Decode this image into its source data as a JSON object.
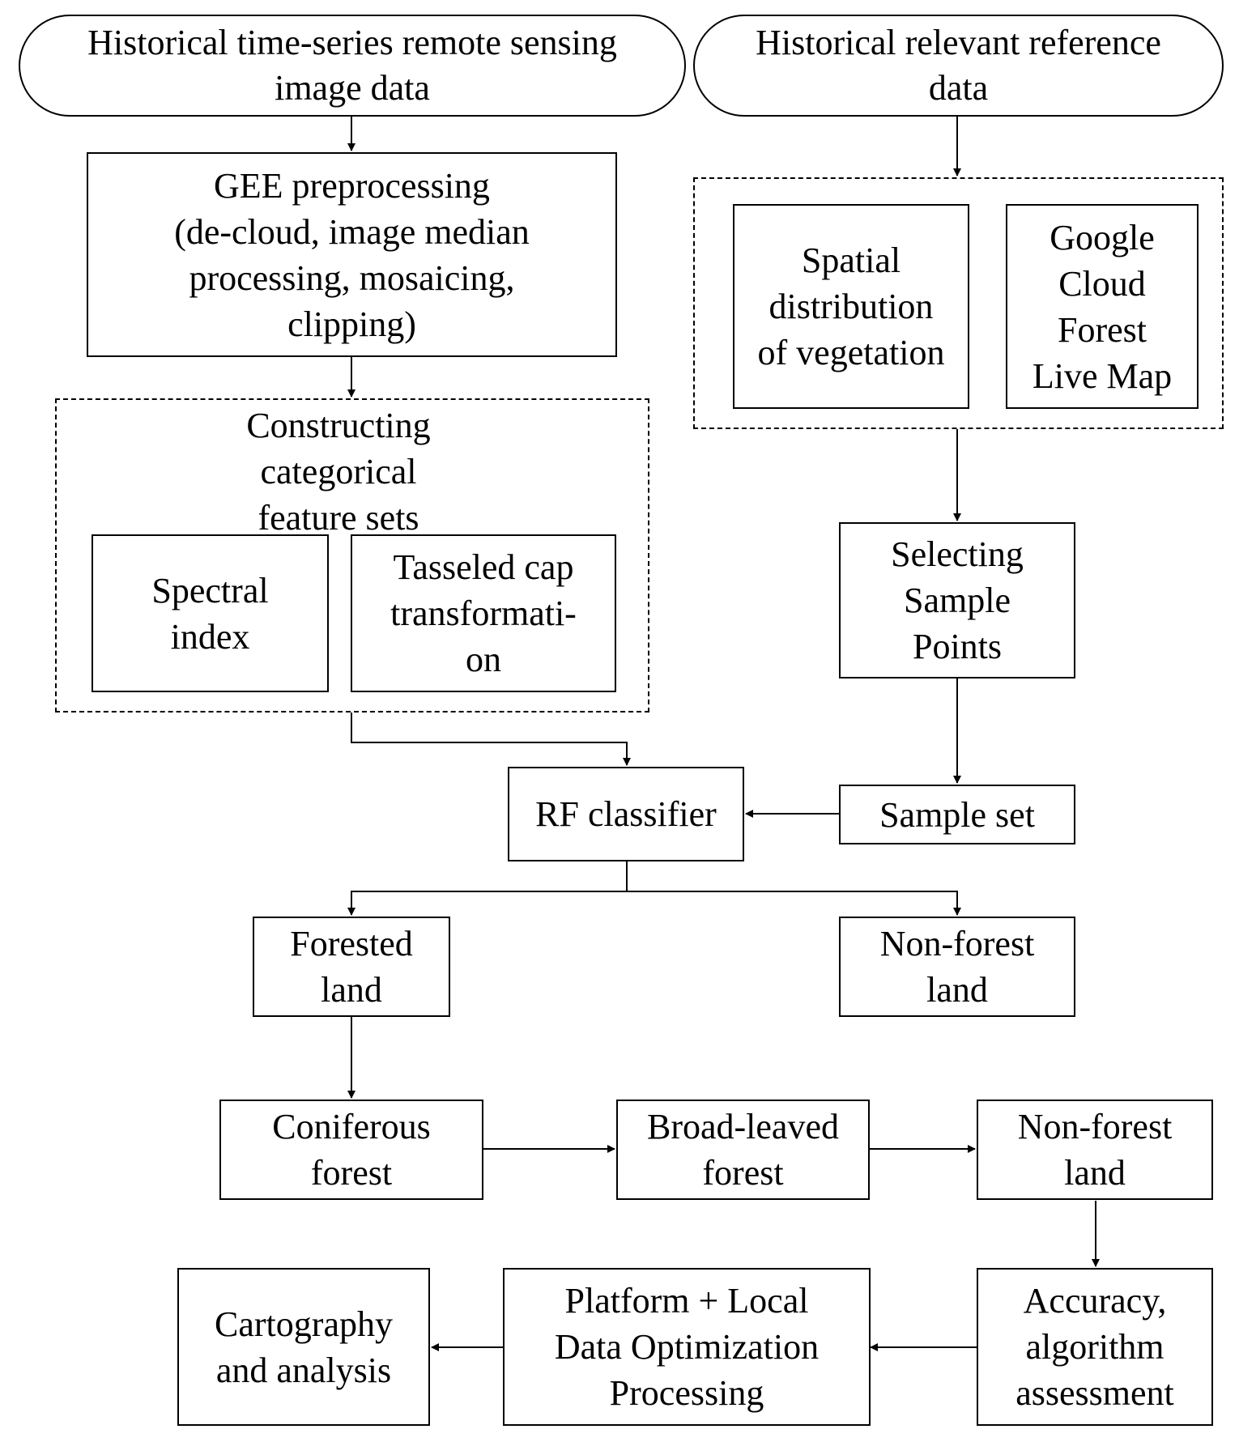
{
  "nodes": {
    "hist_image": "Historical time-series remote sensing\nimage data",
    "hist_ref": "Historical relevant reference\ndata",
    "gee": "GEE preprocessing\n(de-cloud, image median\nprocessing, mosaicing,\nclipping)",
    "feature_group": "Constructing\ncategorical\nfeature sets",
    "spectral": "Spectral\nindex",
    "tasseled": "Tasseled cap\ntransformati-\non",
    "spatial": "Spatial\ndistribution\nof vegetation",
    "google": "Google\nCloud\nForest\nLive Map",
    "selecting": "Selecting\nSample\nPoints",
    "rf": "RF classifier",
    "sample_set": "Sample set",
    "forested": "Forested\nland",
    "nonforest1": "Non-forest\nland",
    "coniferous": "Coniferous\nforest",
    "broadleaved": "Broad-leaved\nforest",
    "nonforest2": "Non-forest\nland",
    "accuracy": "Accuracy,\nalgorithm\nassessment",
    "platform": "Platform + Local\nData Optimization\nProcessing",
    "cartography": "Cartography\nand analysis"
  }
}
